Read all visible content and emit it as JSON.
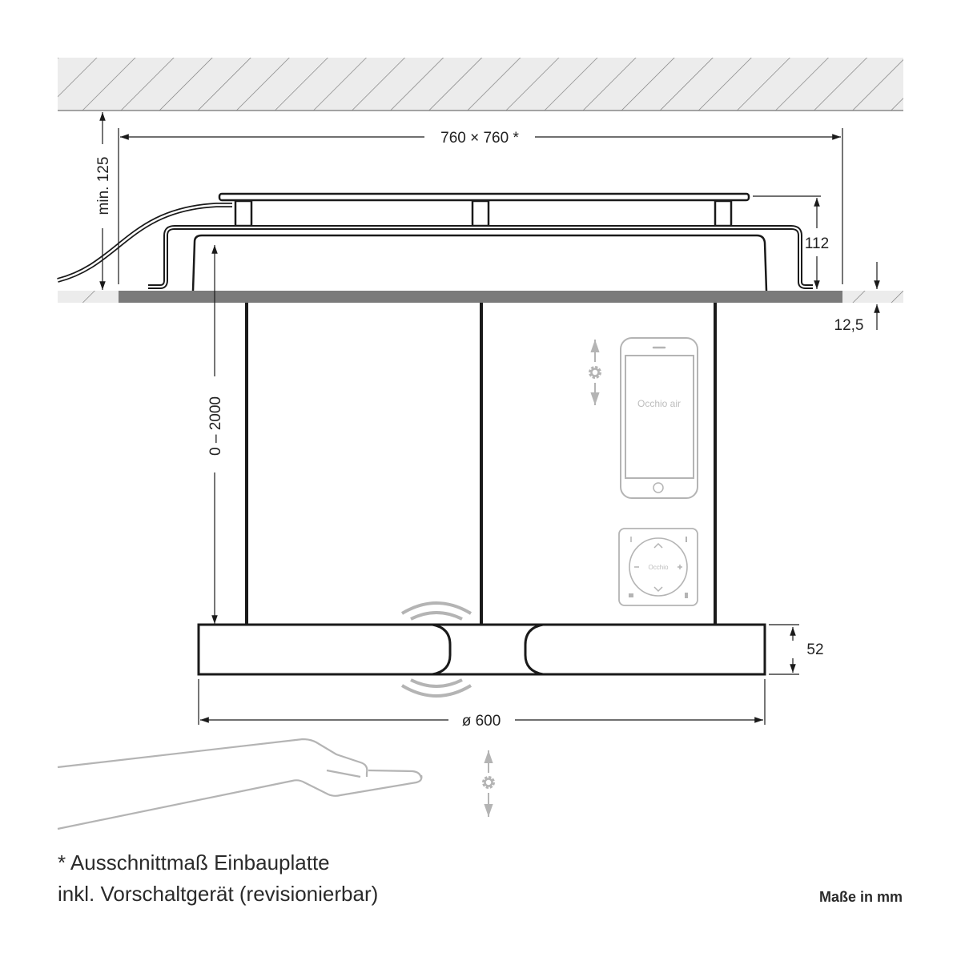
{
  "dimensions": {
    "cutout": "760 × 760 *",
    "min_clearance": "min. 125",
    "housing_height": "112",
    "board_thickness": "12,5",
    "suspension_length": "0 – 2000",
    "lamp_height": "52",
    "lamp_diameter": "ø 600"
  },
  "devices": {
    "app_label": "Occhio air",
    "remote_label": "Occhio"
  },
  "footnote": {
    "line1": "* Ausschnittmaß Einbauplatte",
    "line2": "inkl. Vorschaltgerät (revisionierbar)"
  },
  "units_note": "Maße in mm",
  "colors": {
    "line": "#1a1a1a",
    "ceiling_fill": "#ececec",
    "board_fill": "#7a7a7a",
    "icon_gray": "#b4b4b4"
  }
}
